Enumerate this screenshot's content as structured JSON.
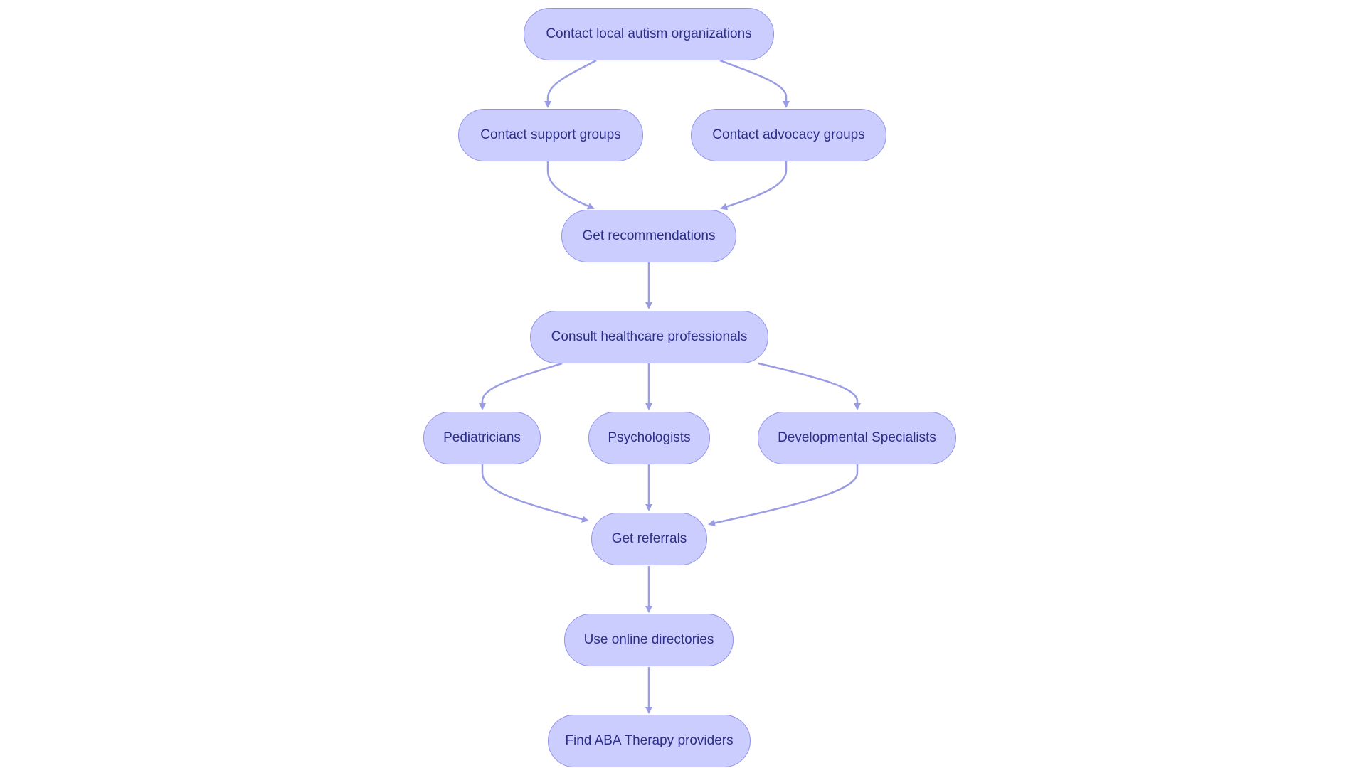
{
  "diagram": {
    "colors": {
      "node_fill": "#cccdff",
      "node_stroke": "#9293ea",
      "node_text": "#2c2f8a",
      "edge": "#9a9ce6",
      "background": "#ffffff"
    },
    "nodes": {
      "contact_local": "Contact local autism organizations",
      "contact_support": "Contact support groups",
      "contact_advocacy": "Contact advocacy groups",
      "get_recommendations": "Get recommendations",
      "consult_healthcare": "Consult healthcare professionals",
      "pediatricians": "Pediatricians",
      "psychologists": "Psychologists",
      "developmental_specialists": "Developmental Specialists",
      "get_referrals": "Get referrals",
      "use_online_directories": "Use online directories",
      "find_aba": "Find ABA Therapy providers"
    },
    "edges": [
      {
        "from": "contact_local",
        "to": "contact_support"
      },
      {
        "from": "contact_local",
        "to": "contact_advocacy"
      },
      {
        "from": "contact_support",
        "to": "get_recommendations"
      },
      {
        "from": "contact_advocacy",
        "to": "get_recommendations"
      },
      {
        "from": "get_recommendations",
        "to": "consult_healthcare"
      },
      {
        "from": "consult_healthcare",
        "to": "pediatricians"
      },
      {
        "from": "consult_healthcare",
        "to": "psychologists"
      },
      {
        "from": "consult_healthcare",
        "to": "developmental_specialists"
      },
      {
        "from": "pediatricians",
        "to": "get_referrals"
      },
      {
        "from": "psychologists",
        "to": "get_referrals"
      },
      {
        "from": "developmental_specialists",
        "to": "get_referrals"
      },
      {
        "from": "get_referrals",
        "to": "use_online_directories"
      },
      {
        "from": "use_online_directories",
        "to": "find_aba"
      }
    ]
  }
}
